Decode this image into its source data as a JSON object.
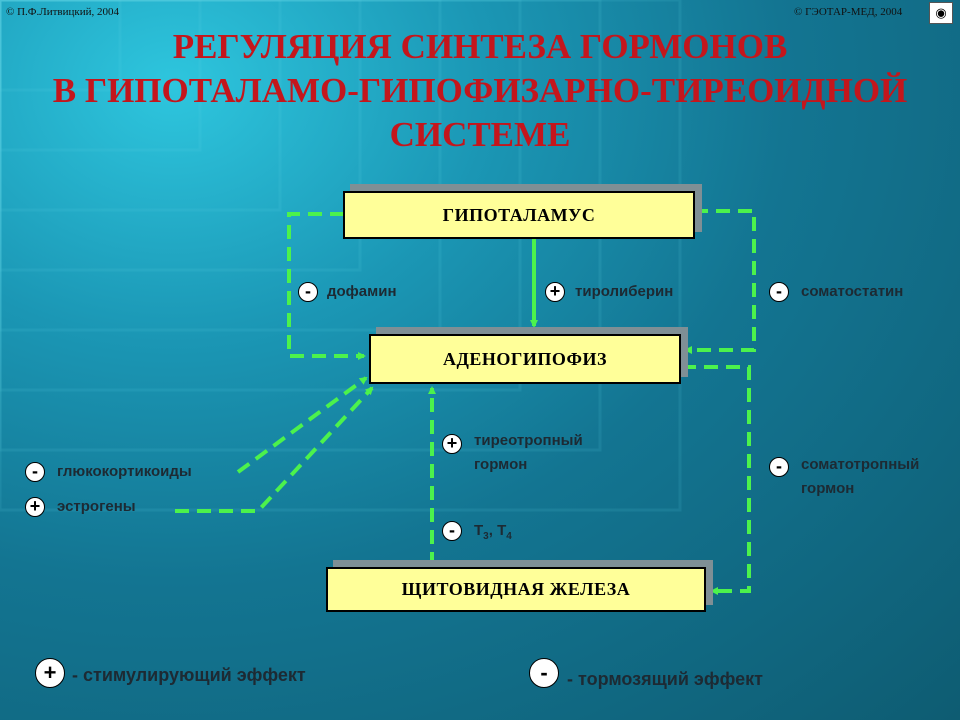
{
  "header": {
    "copyright_left": "© П.Ф.Литвицкий, 2004",
    "copyright_right": "© ГЭОТАР-МЕД, 2004",
    "logo_icon": "globe-icon"
  },
  "title": {
    "line1": "РЕГУЛЯЦИЯ СИНТЕЗА ГОРМОНОВ",
    "line2": "В ГИПОТАЛАМО-ГИПОФИЗАРНО-ТИРЕОИДНОЙ",
    "line3": "СИСТЕМЕ"
  },
  "boxes": {
    "hypothalamus": "ГИПОТАЛАМУС",
    "adenohypophysis": "АДЕНОГИПОФИЗ",
    "thyroid": "ЩИТОВИДНАЯ  ЖЕЛЕЗА"
  },
  "signs": {
    "plus": "+",
    "minus": "-"
  },
  "labels": {
    "dopamine": "дофамин",
    "thyroliberin": "тиролиберин",
    "somatostatin": "соматостатин",
    "tsh_line1": "тиреотропный",
    "tsh_line2": "гормон",
    "glucocorticoids": "глюкокортикоиды",
    "estrogens": "эстрогены",
    "t3": "Т",
    "t3_sub": "3",
    "t4_sep": ", Т",
    "t4_sub": "4",
    "somatotropic_line1": "соматотропный",
    "somatotropic_line2": "гормон"
  },
  "legend": {
    "stimulating": "- стимулирующий эффект",
    "inhibiting": "- тормозящий эффект"
  },
  "colors": {
    "title": "#c4161c",
    "box_fill": "#ffff99",
    "arrow": "#4cf24c",
    "background": "#137592"
  }
}
